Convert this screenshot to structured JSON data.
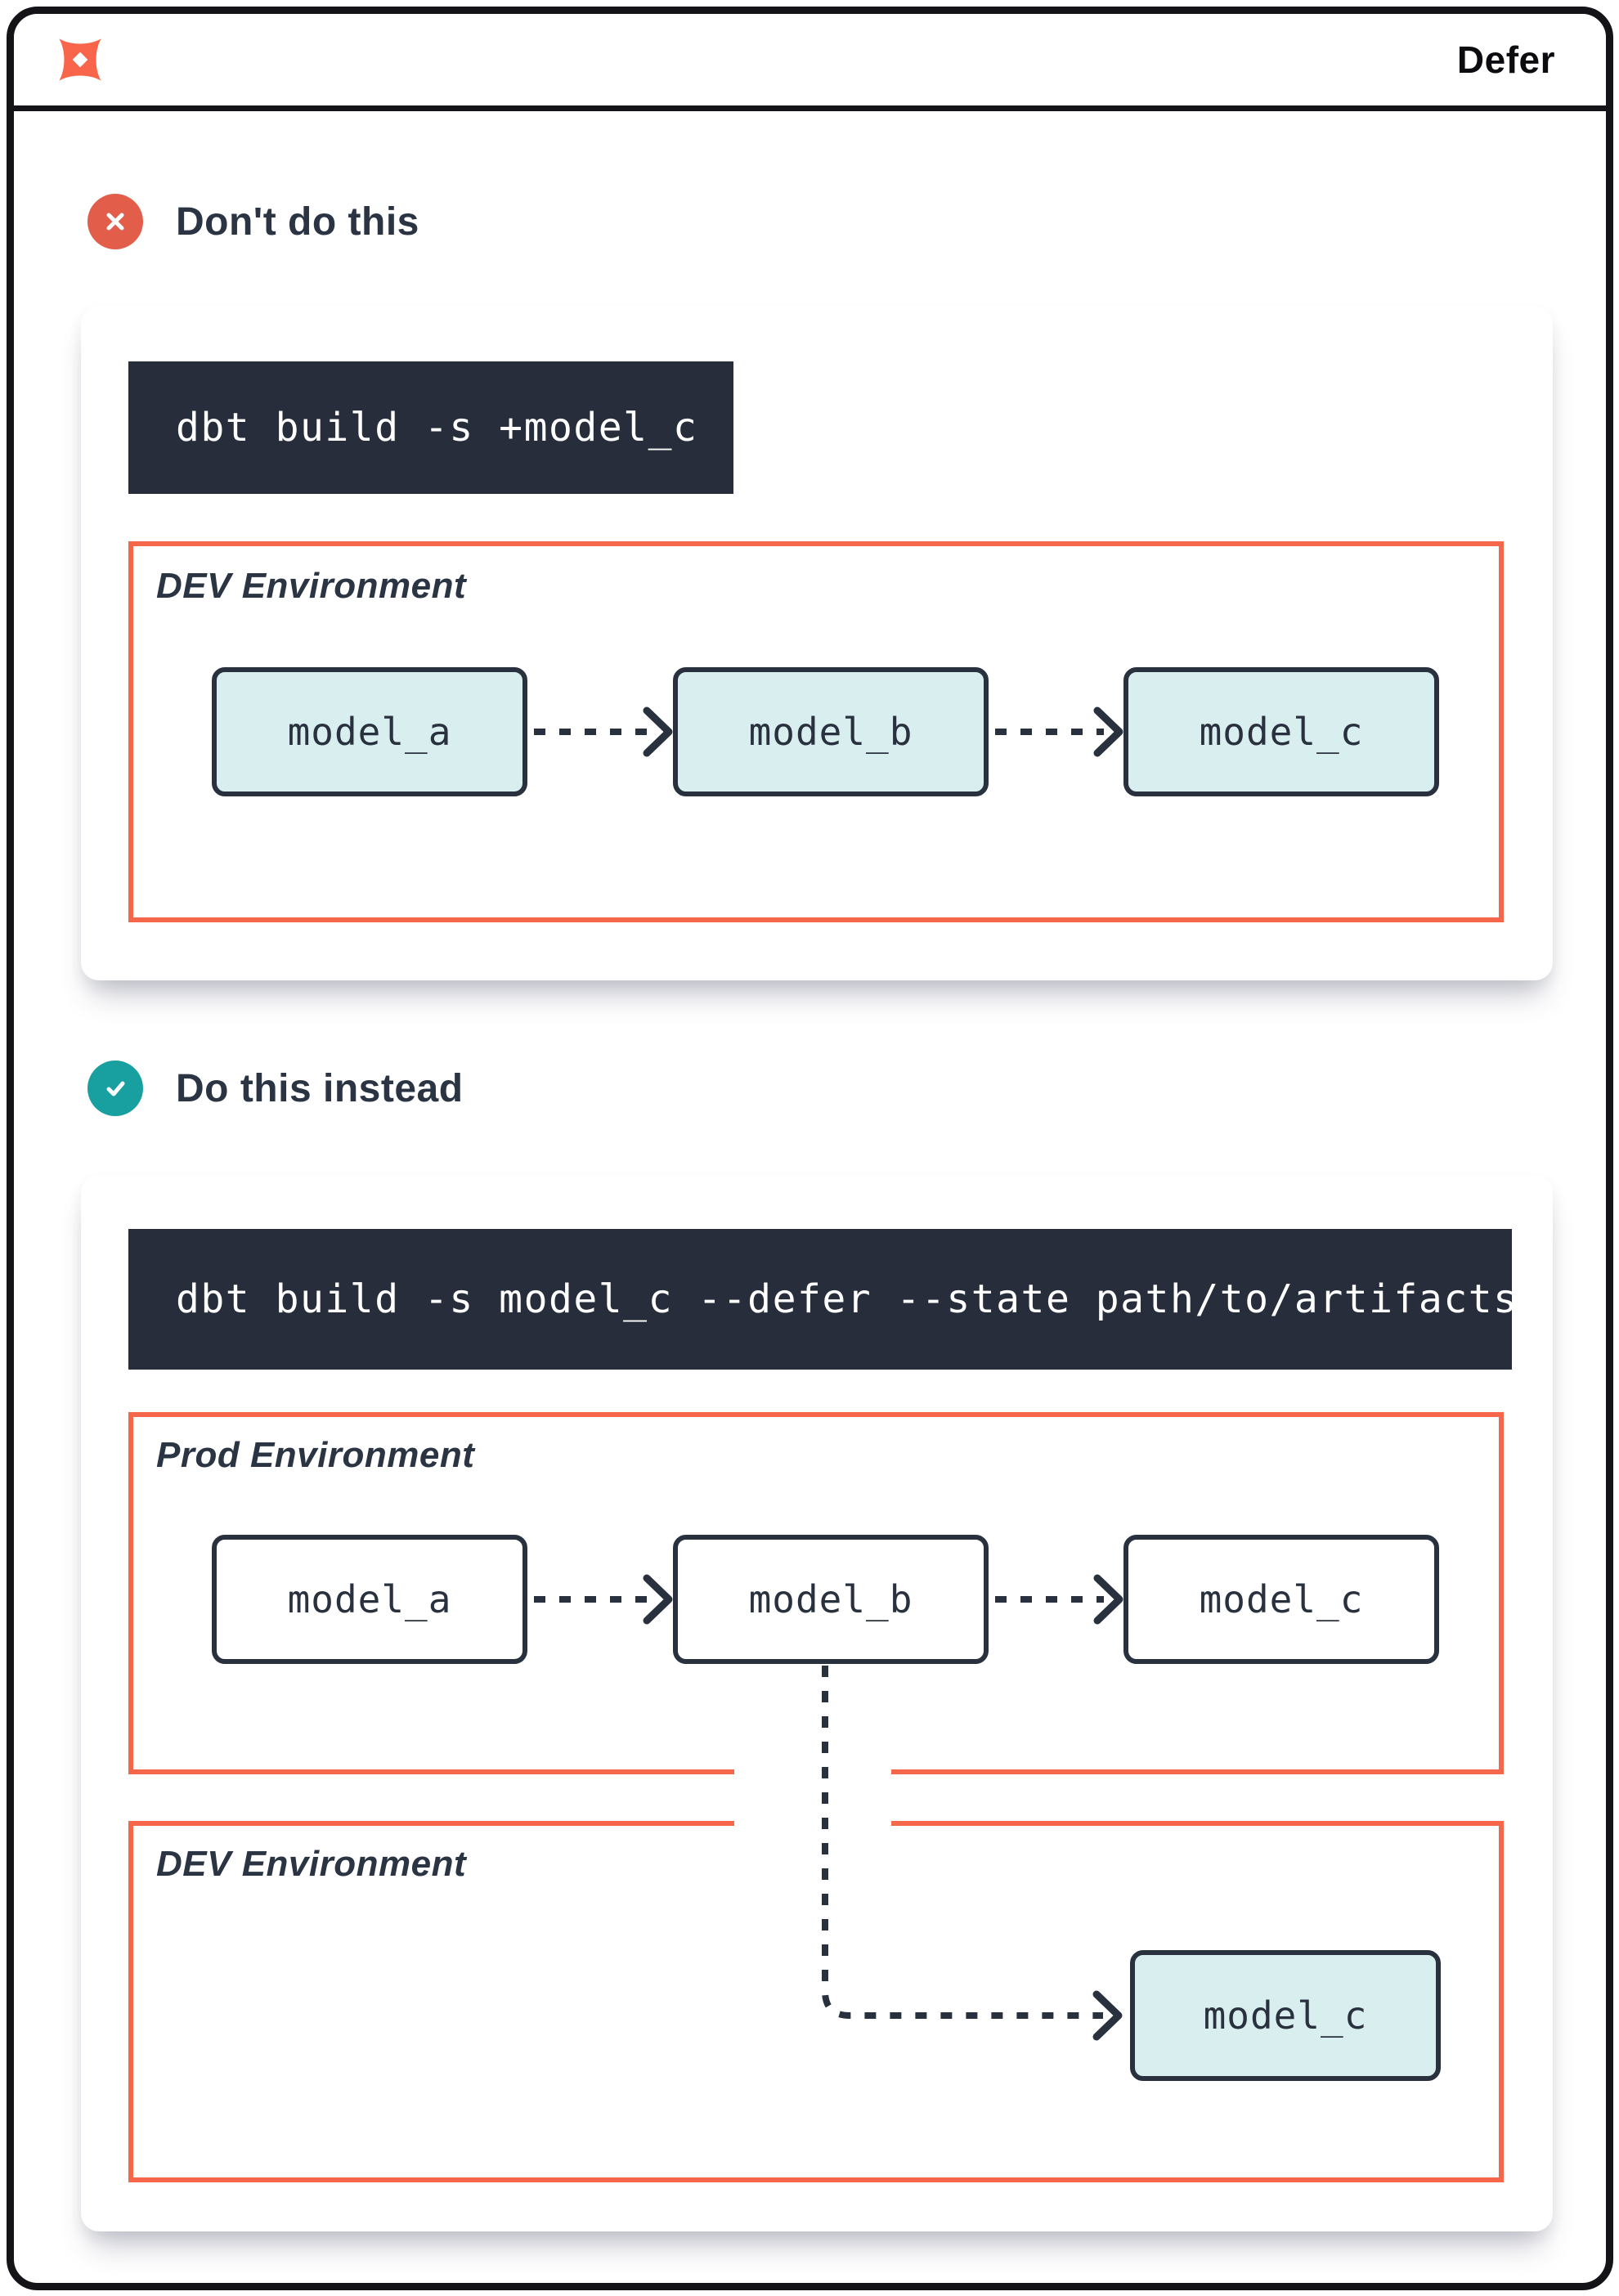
{
  "window": {
    "title": "Defer",
    "logo_icon": "dbt-logo"
  },
  "colors": {
    "brand_coral": "#f4674b",
    "dont_badge": "#e25d4a",
    "do_badge": "#17a09f",
    "navy_ink": "#29313f",
    "code_background": "#272d3b",
    "model_fill_teal": "#d9efef",
    "window_border": "#131318"
  },
  "sections": [
    {
      "icon": "x-circle",
      "heading": "Don't do this",
      "command": "dbt build -s +model_c",
      "environments": [
        {
          "label": "DEV Environment",
          "models": [
            "model_a",
            "model_b",
            "model_c"
          ]
        }
      ]
    },
    {
      "icon": "check-circle",
      "heading": "Do this instead",
      "command": "dbt build -s model_c --defer --state path/to/artifacts",
      "environments": [
        {
          "label": "Prod Environment",
          "models": [
            "model_a",
            "model_b",
            "model_c"
          ]
        },
        {
          "label": "DEV Environment",
          "models": [
            "model_c"
          ]
        }
      ]
    }
  ]
}
